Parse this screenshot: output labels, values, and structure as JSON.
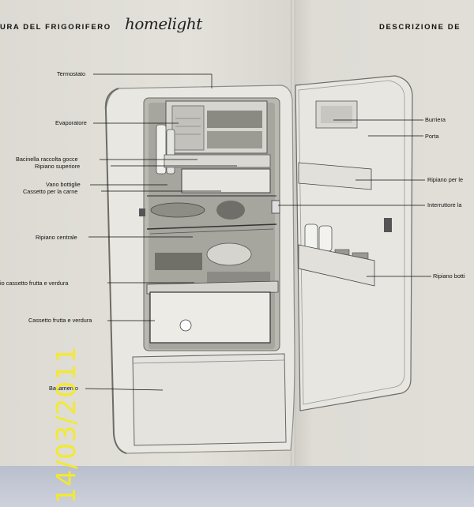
{
  "header": {
    "left_title": "URA DEL FRIGORIFERO",
    "brand_script": "homelight",
    "right_title": "DESCRIZIONE DE"
  },
  "labels": {
    "termostato": "Termostato",
    "evaporatore": "Evaporatore",
    "bacinella": "Bacinella raccolta gocce",
    "ripiano_superiore": "Ripiano superiore",
    "vano_bottiglie": "Vano bottiglie",
    "cassetto_carne": "Cassetto per la carne",
    "ripiano_centrale": "Ripiano centrale",
    "cassetto_frutta_coperchio": "io cassetto frutta e verdura",
    "cassetto_frutta": "Cassetto frutta e verdura",
    "basamento": "Basamento",
    "burriera": "Burriera",
    "porta": "Porta",
    "ripiano_porta": "Ripiano per le",
    "interruttore": "Interruttore la",
    "ripiano_bottiglie": "Ripiano botti"
  },
  "date_stamp": "14/03/2011",
  "colors": {
    "paper": "#e0ded7",
    "ink": "#111111",
    "stamp": "#f3ea2b"
  }
}
